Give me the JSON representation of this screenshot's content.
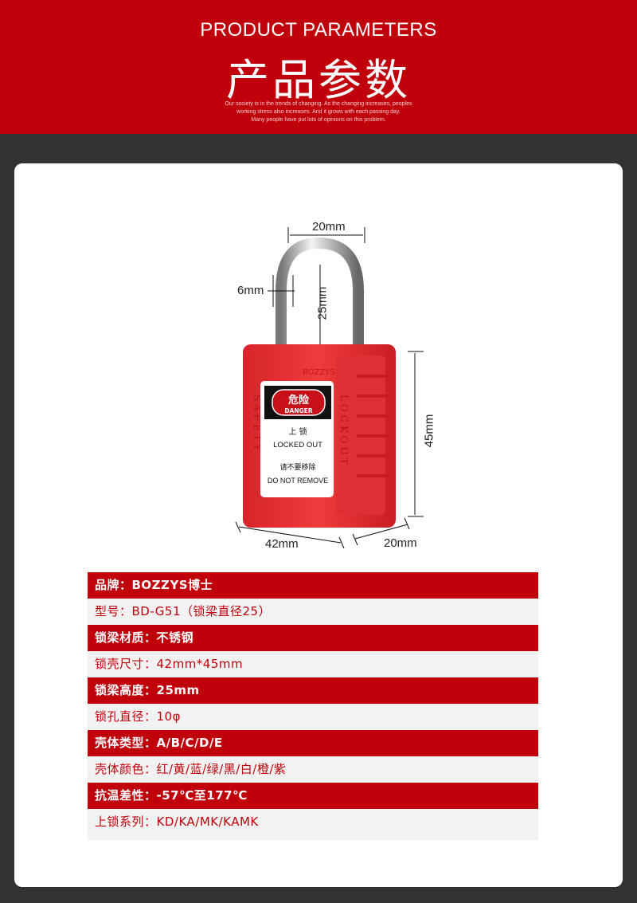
{
  "header": {
    "title_en": "PRODUCT PARAMETERS",
    "title_cn": "产品参数",
    "subtitle_lines": [
      "Our society is in the trends of changing. As the changing increases, peoples",
      "working stress also increases. And it grows with each passing day.",
      "Many people have put lots of opinions on this problem."
    ]
  },
  "product": {
    "logo_text": "BOZZYS LOCKOUT",
    "side_left": "SAFETY",
    "side_right": "LOCKOUT",
    "label": {
      "danger_cn": "危险",
      "danger_en": "DANGER",
      "line1_cn": "上 锁",
      "line1_en": "LOCKED OUT",
      "line2_cn": "请不要移除",
      "line2_en": "DO NOT REMOVE"
    },
    "dimensions": {
      "shackle_width": "20mm",
      "shackle_diameter": "6mm",
      "shackle_height": "25mm",
      "body_height": "45mm",
      "body_width": "42mm",
      "body_depth": "20mm"
    }
  },
  "specs": [
    {
      "text": "品牌：BOZZYS博士",
      "style": "red"
    },
    {
      "text": "型号：BD-G51（锁梁直径25）",
      "style": "light"
    },
    {
      "text": "锁梁材质：不锈钢",
      "style": "red"
    },
    {
      "text": "锁壳尺寸：42mm*45mm",
      "style": "light"
    },
    {
      "text": "锁梁高度：25mm",
      "style": "red"
    },
    {
      "text": "锁孔直径：10φ",
      "style": "light"
    },
    {
      "text": "壳体类型：A/B/C/D/E",
      "style": "red"
    },
    {
      "text": "壳体颜色：红/黄/蓝/绿/黑/白/橙/紫",
      "style": "light"
    },
    {
      "text": "抗温差性：-57℃至177℃",
      "style": "red"
    },
    {
      "text": "上锁系列：KD/KA/MK/KAMK",
      "style": "light"
    }
  ],
  "colors": {
    "brand_red": "#c0000a",
    "dark_bg": "#333333",
    "row_light": "#f2f2f2"
  }
}
